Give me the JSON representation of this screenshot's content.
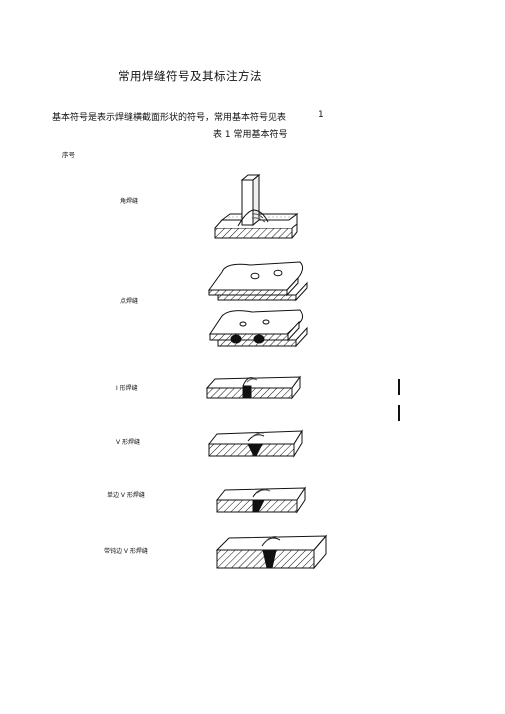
{
  "document": {
    "title": "常用焊缝符号及其标注方法",
    "intro_text": "基本符号是表示焊缝横截面形状的符号，常用基本符号见表",
    "intro_number": "1",
    "table_caption": "表 1 常用基本符号",
    "column_header": "序号",
    "rows": [
      {
        "name": "角焊缝"
      },
      {
        "name": "点焊缝"
      },
      {
        "name": "I 形焊缝"
      },
      {
        "name": "V 形焊缝"
      },
      {
        "name": "单边 V 形焊缝"
      },
      {
        "name": "带钝边 V 形焊缝"
      }
    ]
  }
}
